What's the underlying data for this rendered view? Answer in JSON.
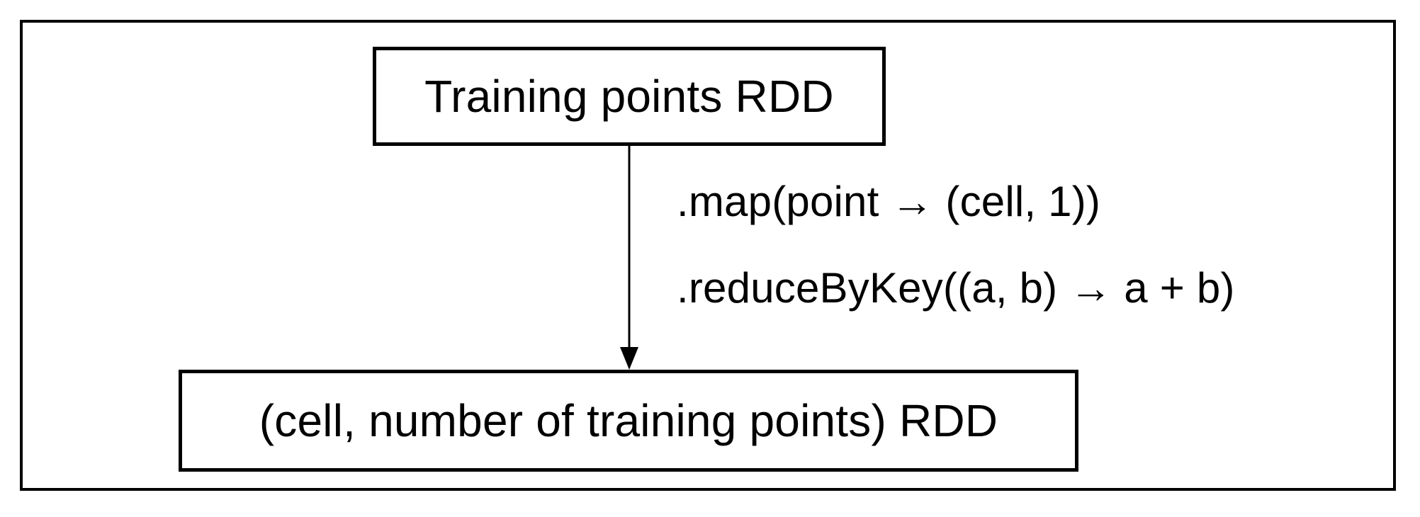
{
  "diagram": {
    "source_node": {
      "label": "Training points RDD"
    },
    "target_node": {
      "label": "(cell, number of training points) RDD"
    },
    "edge": {
      "operations": [
        ".map(point → (cell, 1))",
        ".reduceByKey((a, b) → a + b)"
      ]
    }
  },
  "colors": {
    "stroke": "#000000",
    "background": "#ffffff"
  }
}
